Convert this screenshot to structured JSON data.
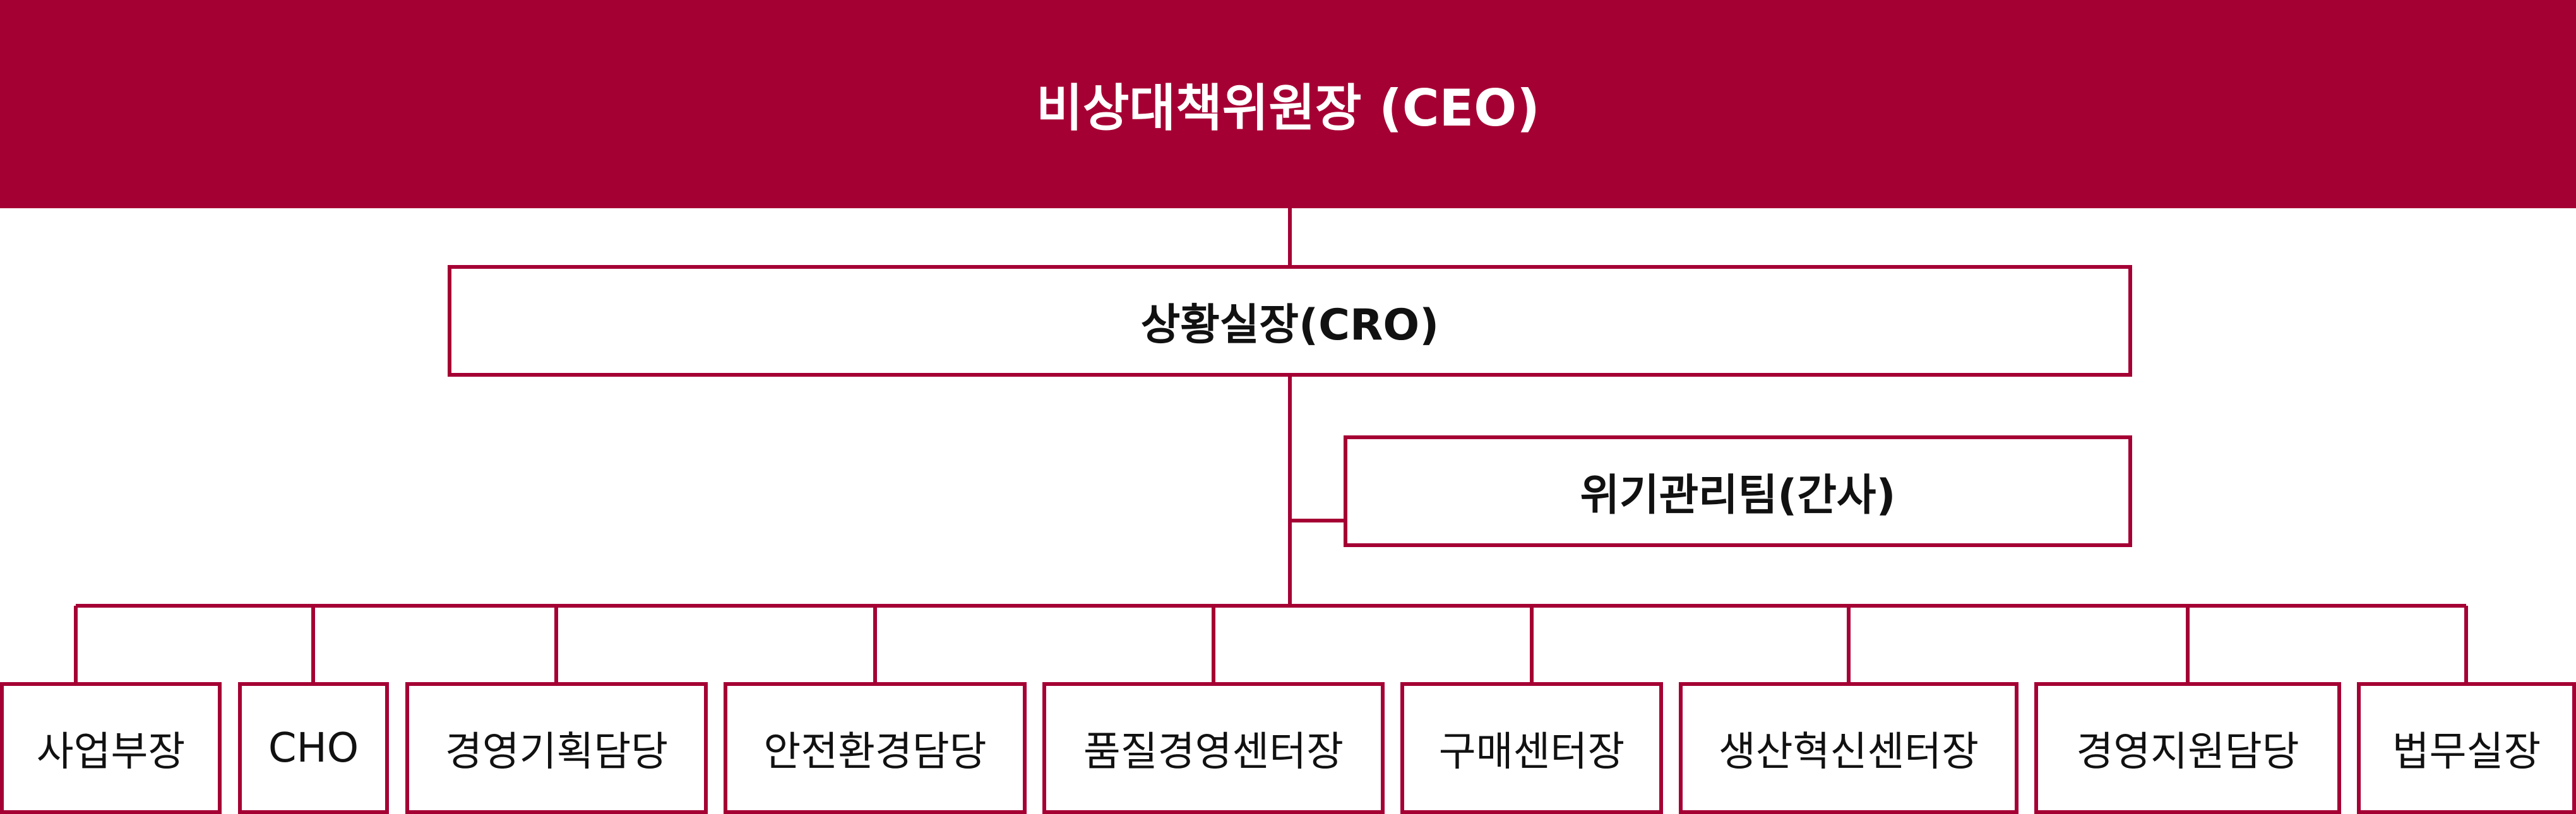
{
  "colors": {
    "accent": "#a50034",
    "text": "#111111",
    "background": "#ffffff"
  },
  "org": {
    "top": "비상대책위원장 (CEO)",
    "level2": "상황실장(CRO)",
    "secretariat": "위기관리팀(간사)",
    "departments": [
      "사업부장",
      "CHO",
      "경영기획담당",
      "안전환경담당",
      "품질경영센터장",
      "구매센터장",
      "생산혁신센터장",
      "경영지원담당",
      "법무실장"
    ]
  }
}
